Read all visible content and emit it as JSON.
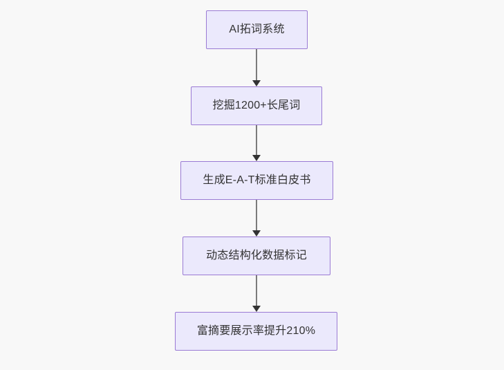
{
  "diagram": {
    "type": "flowchart",
    "direction": "top-to-bottom",
    "background_color": "#f8f8f8",
    "node_fill_color": "#ebe9fc",
    "node_border_color": "#9a7ad4",
    "node_text_color": "#333333",
    "connector_line_color": "#7b7b7b",
    "connector_arrow_color": "#333333",
    "nodes": [
      {
        "id": "n1",
        "label": "AI拓词系统"
      },
      {
        "id": "n2",
        "label": "挖掘1200+长尾词"
      },
      {
        "id": "n3",
        "label": "生成E-A-T标准白皮书"
      },
      {
        "id": "n4",
        "label": "动态结构化数据标记"
      },
      {
        "id": "n5",
        "label": "富摘要展示率提升210%"
      }
    ],
    "edges": [
      {
        "id": "e1",
        "from": "n1",
        "to": "n2",
        "label": ""
      },
      {
        "id": "e2",
        "from": "n2",
        "to": "n3",
        "label": ""
      },
      {
        "id": "e3",
        "from": "n3",
        "to": "n4",
        "label": ""
      },
      {
        "id": "e4",
        "from": "n4",
        "to": "n5",
        "label": ""
      }
    ]
  }
}
